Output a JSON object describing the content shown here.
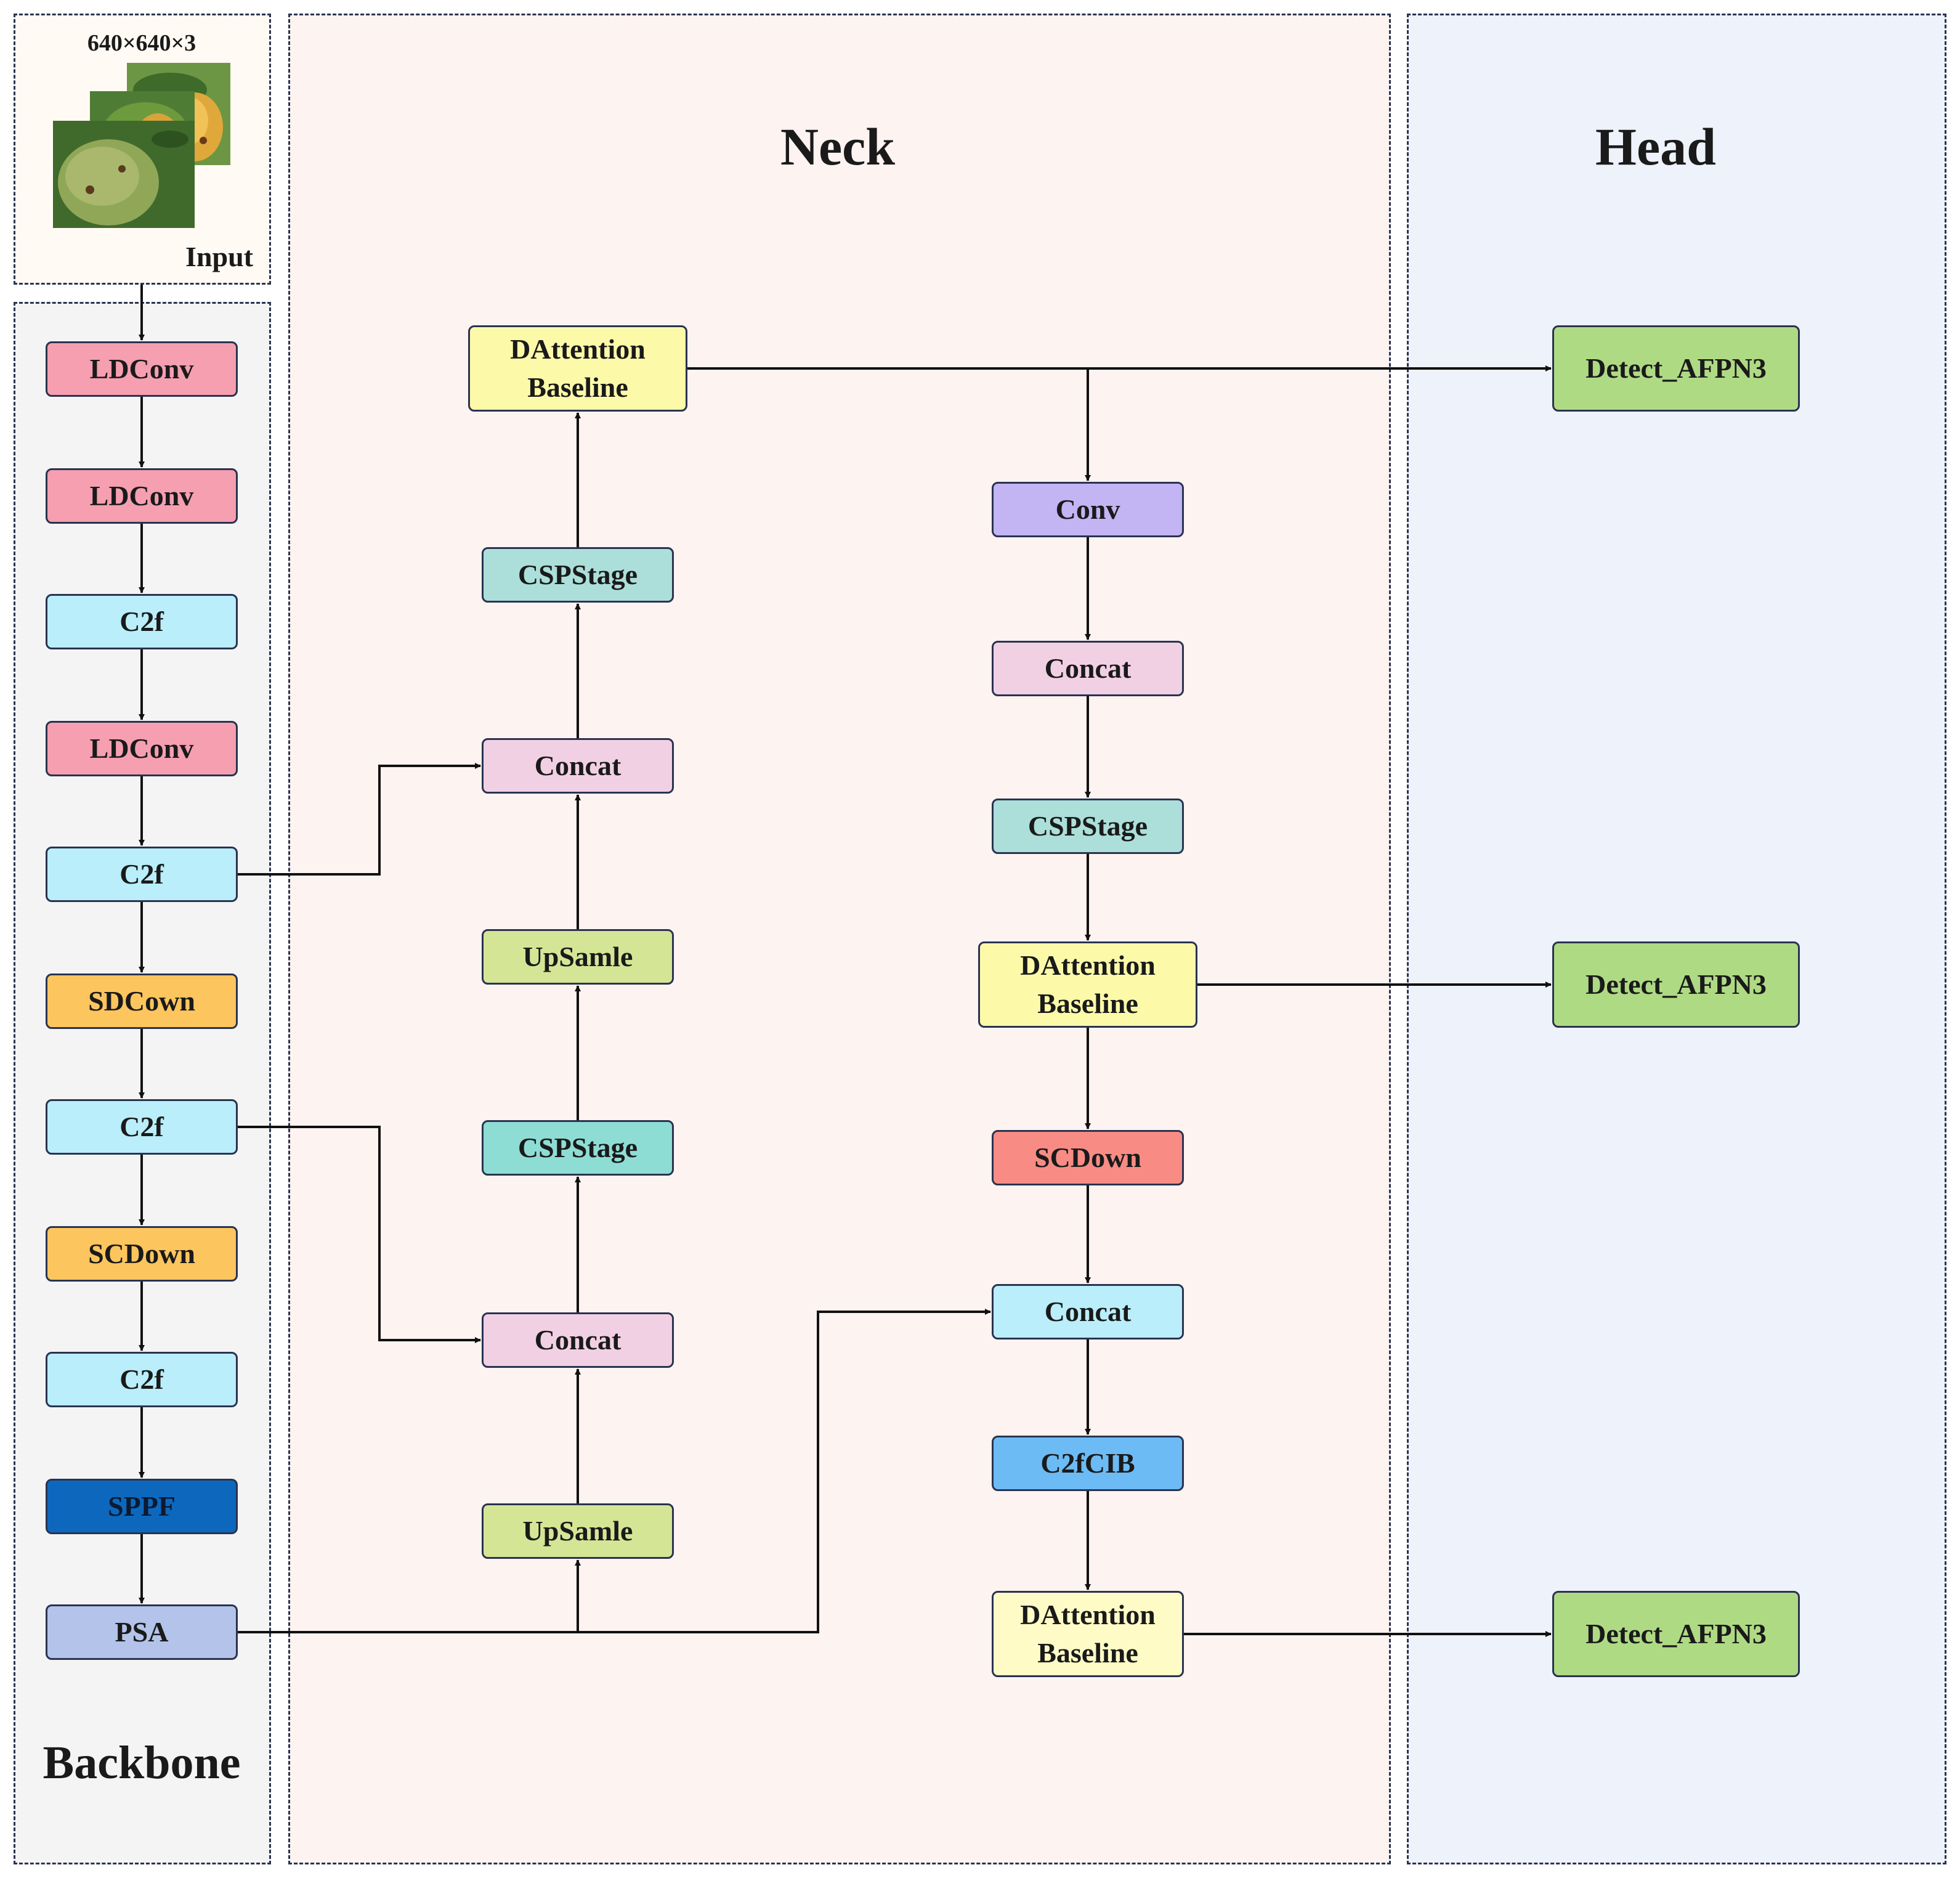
{
  "input": {
    "size": "640×640×3",
    "label": "Input"
  },
  "panels": {
    "backbone": "Backbone",
    "neck": "Neck",
    "head": "Head"
  },
  "colors": {
    "pink": "#f59fb1",
    "cyan": "#b9eefa",
    "orange": "#fdc55e",
    "navy": "#0d68bd",
    "lavender": "#b3c3ea",
    "yellow": "#fcfaa9",
    "teal": "#acdfd9",
    "light_pink": "#f2d0e4",
    "olive": "#d5e596",
    "teal_mid": "#8eddd4",
    "purple": "#c3b4f4",
    "salmon": "#f88c85",
    "blue": "#6dbbf4",
    "cream": "#fefbc6",
    "green": "#afda84"
  },
  "blocks": [
    {
      "id": "bb1",
      "label": "LDConv",
      "color": "pink"
    },
    {
      "id": "bb2",
      "label": "LDConv",
      "color": "pink"
    },
    {
      "id": "bb3",
      "label": "C2f",
      "color": "cyan"
    },
    {
      "id": "bb4",
      "label": "LDConv",
      "color": "pink"
    },
    {
      "id": "bb5",
      "label": "C2f",
      "color": "cyan"
    },
    {
      "id": "bb6",
      "label": "SDCown",
      "color": "orange"
    },
    {
      "id": "bb7",
      "label": "C2f",
      "color": "cyan"
    },
    {
      "id": "bb8",
      "label": "SCDown",
      "color": "orange"
    },
    {
      "id": "bb9",
      "label": "C2f",
      "color": "cyan"
    },
    {
      "id": "bb10",
      "label": "SPPF",
      "color": "navy"
    },
    {
      "id": "bb11",
      "label": "PSA",
      "color": "lavender"
    },
    {
      "id": "nk1",
      "label": "DAttention\nBaseline",
      "color": "yellow"
    },
    {
      "id": "nk2",
      "label": "CSPStage",
      "color": "teal"
    },
    {
      "id": "nk3",
      "label": "Concat",
      "color": "light_pink"
    },
    {
      "id": "nk4",
      "label": "UpSamle",
      "color": "olive"
    },
    {
      "id": "nk5",
      "label": "CSPStage",
      "color": "teal_mid"
    },
    {
      "id": "nk6",
      "label": "Concat",
      "color": "light_pink"
    },
    {
      "id": "nk7",
      "label": "UpSamle",
      "color": "olive"
    },
    {
      "id": "nr1",
      "label": "Conv",
      "color": "purple"
    },
    {
      "id": "nr2",
      "label": "Concat",
      "color": "light_pink"
    },
    {
      "id": "nr3",
      "label": "CSPStage",
      "color": "teal"
    },
    {
      "id": "nr4",
      "label": "DAttention\nBaseline",
      "color": "yellow"
    },
    {
      "id": "nr5",
      "label": "SCDown",
      "color": "salmon"
    },
    {
      "id": "nr6",
      "label": "Concat",
      "color": "cyan"
    },
    {
      "id": "nr7",
      "label": "C2fCIB",
      "color": "blue"
    },
    {
      "id": "nr8",
      "label": "DAttention\nBaseline",
      "color": "cream"
    },
    {
      "id": "hd1",
      "label": "Detect_AFPN3",
      "color": "green"
    },
    {
      "id": "hd2",
      "label": "Detect_AFPN3",
      "color": "green"
    },
    {
      "id": "hd3",
      "label": "Detect_AFPN3",
      "color": "green"
    }
  ]
}
